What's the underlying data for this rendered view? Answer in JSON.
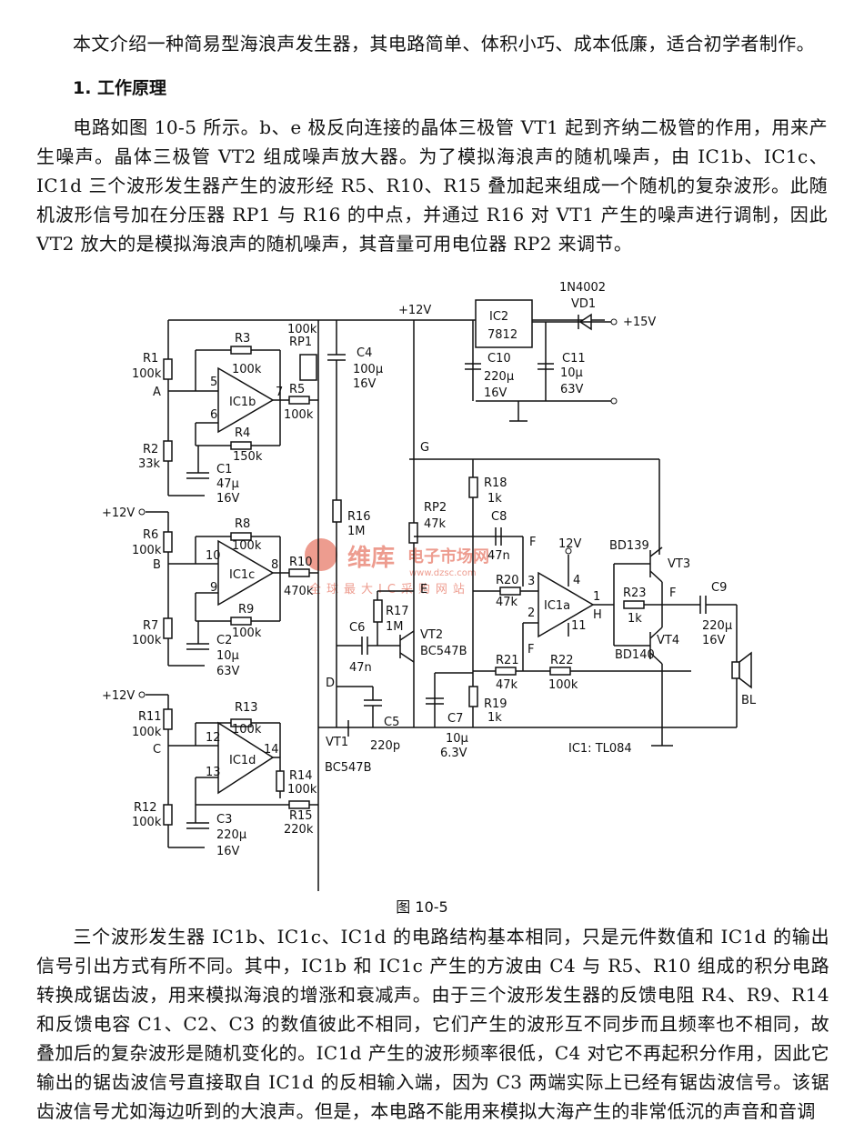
{
  "intro": "本文介绍一种简易型海浪声发生器，其电路简单、体积小巧、成本低廉，适合初学者制作。",
  "section_title": "1. 工作原理",
  "principle": "电路如图 10-5 所示。b、e 极反向连接的晶体三极管 VT1 起到齐纳二极管的作用，用来产生噪声。晶体三极管 VT2 组成噪声放大器。为了模拟海浪声的随机噪声，由 IC1b、IC1c、IC1d 三个波形发生器产生的波形经 R5、R10、R15 叠加起来组成一个随机的复杂波形。此随机波形信号加在分压器 RP1 与 R16 的中点，并通过 R16 对 VT1 产生的噪声进行调制，因此 VT2 放大的是模拟海浪声的随机噪声，其音量可用电位器 RP2 来调节。",
  "figure_caption": "图 10-5",
  "bottom": "三个波形发生器 IC1b、IC1c、IC1d 的电路结构基本相同，只是元件数值和 IC1d 的输出信号引出方式有所不同。其中，IC1b 和 IC1c 产生的方波由 C4 与 R5、R10 组成的积分电路转换成锯齿波，用来模拟海浪的增涨和衰减声。由于三个波形发生器的反馈电阻 R4、R9、R14 和反馈电容 C1、C2、C3 的数值彼此不相同，它们产生的波形互不同步而且频率也不相同，故叠加后的复杂波形是随机变化的。IC1d 产生的波形频率很低，C4 对它不再起积分作用，因此它输出的锯齿波信号直接取自 IC1d 的反相输入端，因为 C3 两端实际上已经有锯齿波信号。该锯齿波信号尤如海边听到的大浪声。但是，本电路不能用来模拟大海产生的非常低沉的声音和音调",
  "watermark": {
    "logo": "维库",
    "brand": "电子市场网",
    "url": "www.dzsc.com",
    "slogan": "全球最大IC采购网站"
  },
  "labels": {
    "vd1_part": "1N4002",
    "vd1": "VD1",
    "v15": "+15V",
    "v12_top": "+12V",
    "ic2": "IC2",
    "ic2_part": "7812",
    "c10": "C10",
    "c10_val": "220μ",
    "c10_v": "16V",
    "c11": "C11",
    "c11_val": "10μ",
    "c11_v": "63V",
    "r1": "R1",
    "r1_val": "100k",
    "node_a": "A",
    "r2": "R2",
    "r2_val": "33k",
    "r3": "R3",
    "r3_val": "100k",
    "r4": "R4",
    "r4_val": "150k",
    "c1": "C1",
    "c1_val": "47μ",
    "c1_v": "16V",
    "ic1b": "IC1b",
    "p5": "5",
    "p6": "6",
    "p7": "7",
    "rp1_val": "100k",
    "rp1": "RP1",
    "r5": "R5",
    "r5_val": "100k",
    "c4": "C4",
    "c4_val": "100μ",
    "c4_v": "16V",
    "v12_b": "+12V",
    "r6": "R6",
    "r6_val": "100k",
    "node_b": "B",
    "r7": "R7",
    "r7_val": "100k",
    "r8": "R8",
    "r8_val": "100k",
    "r9": "R9",
    "r9_val": "100k",
    "c2": "C2",
    "c2_val": "10μ",
    "c2_v": "63V",
    "ic1c": "IC1c",
    "p10": "10",
    "p9": "9",
    "p8": "8",
    "r10": "R10",
    "r10_val": "470k",
    "r16": "R16",
    "r16_val": "1M",
    "v12_c": "+12V",
    "r11": "R11",
    "r11_val": "100k",
    "node_c": "C",
    "r12": "R12",
    "r12_val": "100k",
    "r13": "R13",
    "r13_val": "100k",
    "r14": "R14",
    "r14_val": "100k",
    "c3": "C3",
    "c3_val": "220μ",
    "c3_v": "16V",
    "ic1d": "IC1d",
    "p12": "12",
    "p13": "13",
    "p14": "14",
    "r15": "R15",
    "r15_val": "220k",
    "node_g": "G",
    "node_e": "E",
    "node_d": "D",
    "r17": "R17",
    "r17_val": "1M",
    "c6": "C6",
    "c6_val": "47n",
    "vt2": "VT2",
    "vt2_part": "BC547B",
    "vt1": "VT1",
    "vt1_part": "BC547B",
    "c5": "C5",
    "c5_val": "220p",
    "c7": "C7",
    "c7_val": "10μ",
    "c7_v": "6.3V",
    "rp2": "RP2",
    "rp2_val": "47k",
    "r18": "R18",
    "r18_val": "1k",
    "r19": "R19",
    "r19_val": "1k",
    "c8": "C8",
    "c8_val": "47n",
    "r20": "R20",
    "r20_val": "47k",
    "r21": "R21",
    "r21_val": "47k",
    "r22": "R22",
    "r22_val": "100k",
    "ic1a": "IC1a",
    "v12_ic": "12V",
    "p3": "3",
    "p2": "2",
    "p4": "4",
    "p11": "11",
    "p1": "1",
    "node_f1": "F",
    "node_f2": "F",
    "node_f3": "F",
    "node_h": "H",
    "bd139": "BD139",
    "vt3": "VT3",
    "bd140": "BD140",
    "vt4": "VT4",
    "r23": "R23",
    "r23_val": "1k",
    "c9": "C9",
    "c9_val": "220μ",
    "c9_v": "16V",
    "bl": "BL",
    "ic1_note": "IC1: TL084"
  }
}
